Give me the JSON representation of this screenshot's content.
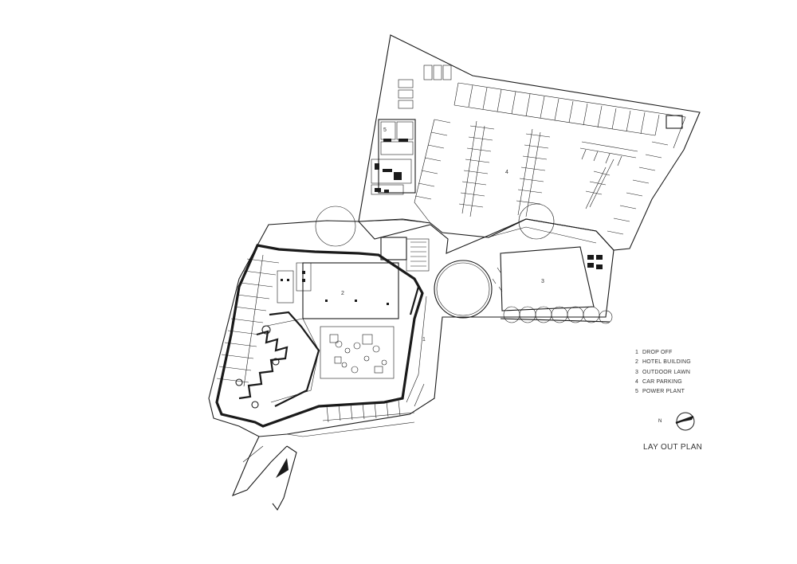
{
  "plan": {
    "title": "LAY OUT PLAN",
    "legend": [
      {
        "num": "1",
        "label": "DROP OFF"
      },
      {
        "num": "2",
        "label": "HOTEL BUILDING"
      },
      {
        "num": "3",
        "label": "OUTDOOR LAWN"
      },
      {
        "num": "4",
        "label": "CAR PARKING"
      },
      {
        "num": "5",
        "label": "POWER PLANT"
      }
    ],
    "area_numbers": {
      "drop_off": "1",
      "hotel_building": "2",
      "outdoor_lawn": "3",
      "car_parking": "4",
      "power_plant": "5"
    },
    "north_label": "N"
  },
  "colors": {
    "line": "#1a1a1a",
    "background": "#ffffff"
  }
}
